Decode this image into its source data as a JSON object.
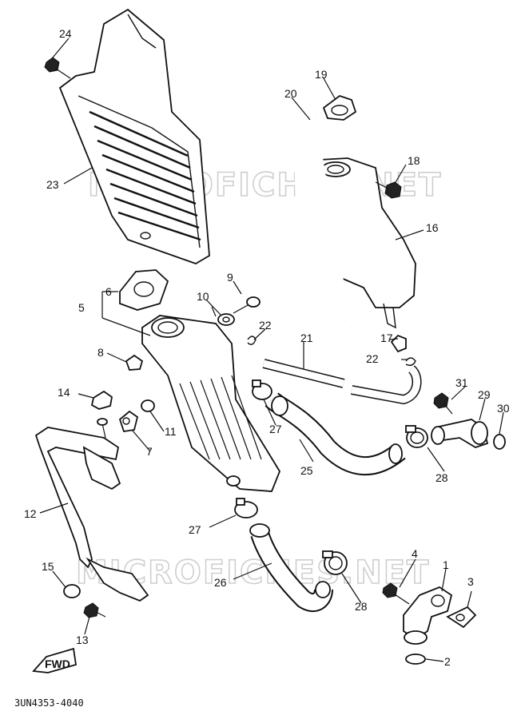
{
  "watermark": {
    "top": "MICROFICHES.NET",
    "bottom": "MICROFICHES.NET"
  },
  "fwd_label": "FWD",
  "part_number": "3UN4353-4040",
  "callouts": {
    "c1": "1",
    "c2": "2",
    "c3": "3",
    "c4": "4",
    "c5": "5",
    "c6": "6",
    "c7": "7",
    "c8": "8",
    "c9": "9",
    "c10": "10",
    "c11": "11",
    "c12": "12",
    "c13": "13",
    "c14": "14",
    "c15": "15",
    "c16": "16",
    "c17": "17",
    "c18": "18",
    "c19": "19",
    "c20": "20",
    "c21": "21",
    "c22a": "22",
    "c22b": "22",
    "c23": "23",
    "c24": "24",
    "c25": "25",
    "c26": "26",
    "c27a": "27",
    "c27b": "27",
    "c28a": "28",
    "c28b": "28",
    "c29": "29",
    "c30": "30",
    "c31": "31"
  }
}
